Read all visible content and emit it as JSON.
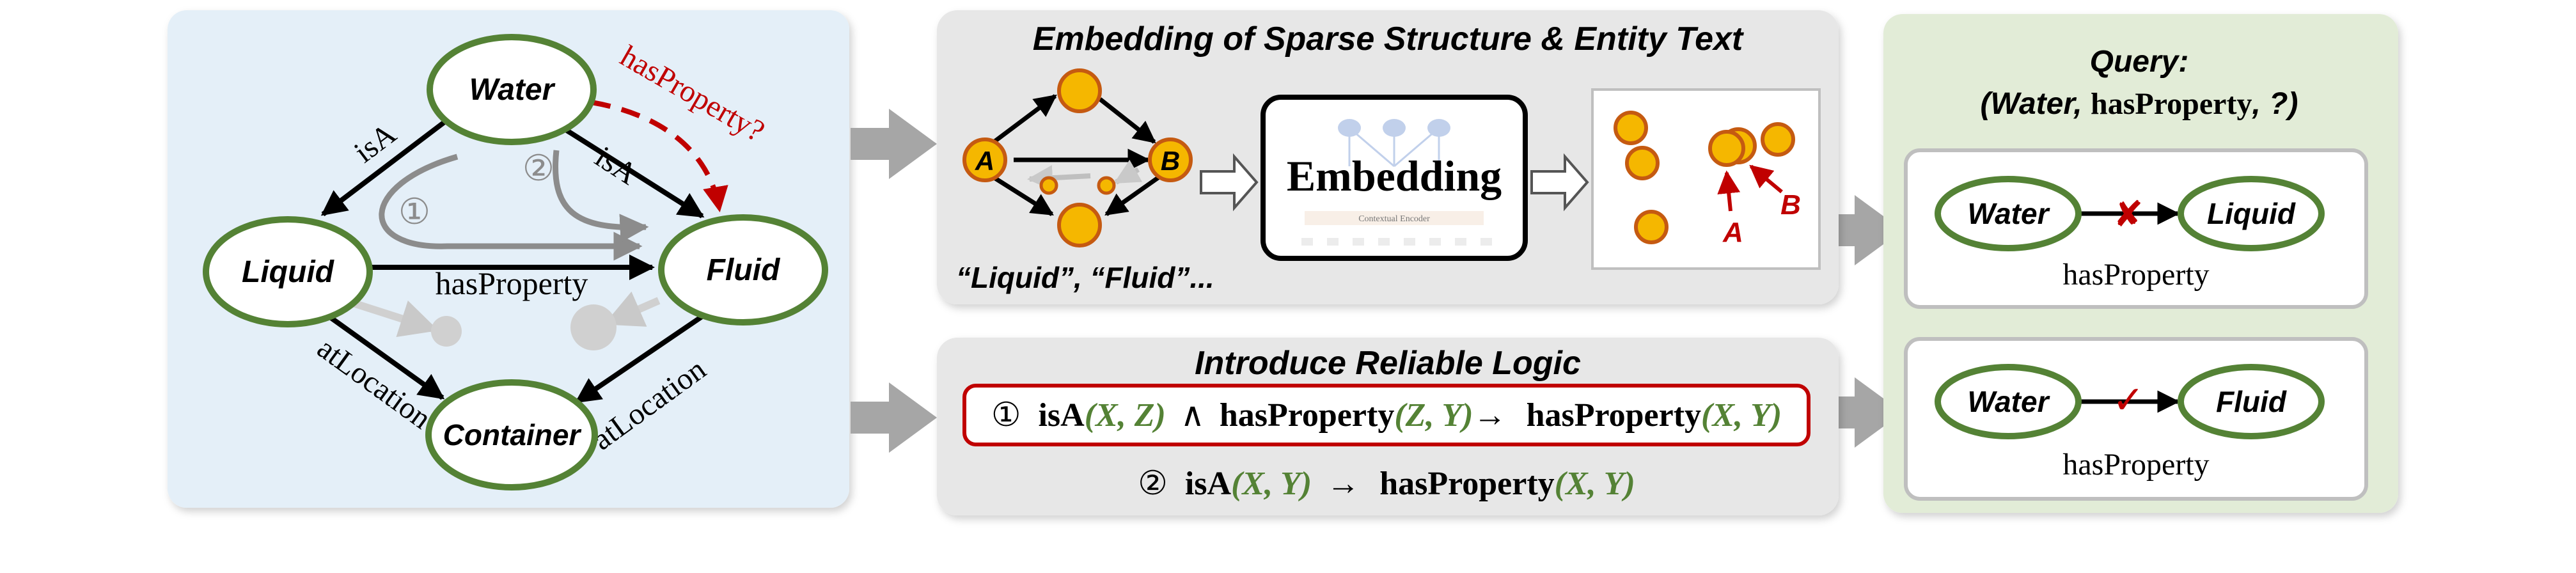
{
  "colors": {
    "kg_panel_bg": "#e4eff8",
    "gray_panel_bg": "#e7e7e7",
    "query_panel_bg": "#e2ecd7",
    "node_green": "#548235",
    "var_green": "#548235",
    "red": "#c00000",
    "ball_fill": "#f5b700",
    "ball_stroke": "#c55a11",
    "arrow_gray": "#a6a6a6"
  },
  "kg": {
    "nodes": {
      "water": "Water",
      "liquid": "Liquid",
      "fluid": "Fluid",
      "container": "Container"
    },
    "edges": {
      "water_liquid": "isA",
      "water_fluid": "isA",
      "liquid_fluid": "hasProperty",
      "liquid_container": "atLocation",
      "fluid_container": "atLocation",
      "query": "hasProperty?"
    },
    "path_markers": {
      "one": "①",
      "two": "②"
    }
  },
  "embedding": {
    "title": "Embedding of Sparse Structure & Entity Text",
    "node_a": "A",
    "node_b": "B",
    "entity_text": "“Liquid”, “Fluid”...",
    "encoder_label": "Embedding",
    "encoder_sub": "Contextual Encoder",
    "result_a": "A",
    "result_b": "B"
  },
  "logic": {
    "title": "Introduce Reliable Logic",
    "rule1": {
      "marker": "①",
      "p1": "isA",
      "a1": "(X, Z)",
      "and": "∧",
      "p2": "hasProperty",
      "a2": "(Z, Y)",
      "arrow": "→",
      "p3": "hasProperty",
      "a3": "(X, Y)"
    },
    "rule2": {
      "marker": "②",
      "p1": "isA",
      "a1": "(X, Y)",
      "arrow": "→",
      "p2": "hasProperty",
      "a2": "(X, Y)"
    }
  },
  "query": {
    "title_line1": "Query:",
    "open": "(Water, ",
    "relation": "hasProperty",
    "close": ", ?)",
    "card1": {
      "head": "Water",
      "tail": "Liquid",
      "relation": "hasProperty",
      "mark": "✘"
    },
    "card2": {
      "head": "Water",
      "tail": "Fluid",
      "relation": "hasProperty",
      "mark": "✓"
    }
  }
}
